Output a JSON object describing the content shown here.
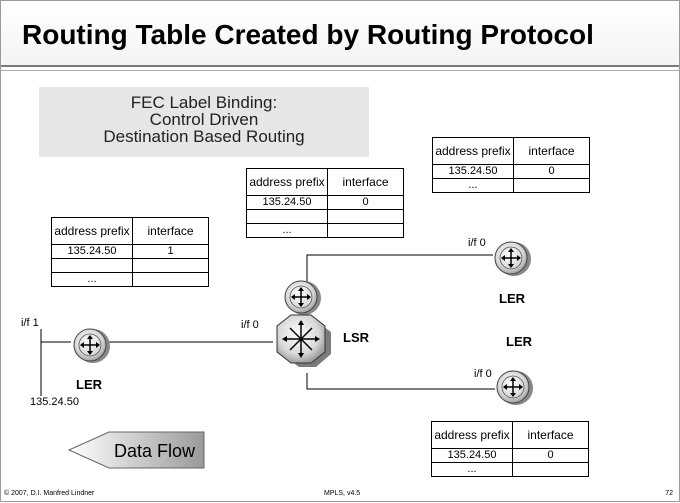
{
  "title": "Routing Table Created by Routing Protocol",
  "fec_box": {
    "line1": "FEC Label Binding:",
    "line2": "Control Driven",
    "line3": "Destination Based Routing"
  },
  "tables": [
    {
      "head_addr": "address prefix",
      "head_if": "interface",
      "rows": [
        [
          "135.24.50",
          "1"
        ],
        [
          "",
          ""
        ],
        [
          "...",
          ""
        ]
      ]
    },
    {
      "head_addr": "address prefix",
      "head_if": "interface",
      "rows": [
        [
          "135.24.50",
          "0"
        ],
        [
          "",
          ""
        ],
        [
          "...",
          ""
        ]
      ]
    },
    {
      "head_addr": "address prefix",
      "head_if": "interface",
      "rows": [
        [
          "135.24.50",
          "0"
        ],
        [
          "...",
          ""
        ]
      ]
    },
    {
      "head_addr": "address prefix",
      "head_if": "interface",
      "rows": [
        [
          "135.24.50",
          "0"
        ],
        [
          "...",
          ""
        ]
      ]
    }
  ],
  "labels": {
    "if1": "i/f 1",
    "if0_lsr": "i/f 0",
    "if0_top": "i/f 0",
    "if0_bottom": "i/f 0",
    "ler_left": "LER",
    "ler_top": "LER",
    "ler_bottom": "LER",
    "lsr": "LSR",
    "prefix": "135.24.50"
  },
  "data_flow": "Data Flow",
  "footer": {
    "copyright": "© 2007, D.I. Manfred Lindner",
    "center": "MPLS, v4.5",
    "page": "72"
  }
}
